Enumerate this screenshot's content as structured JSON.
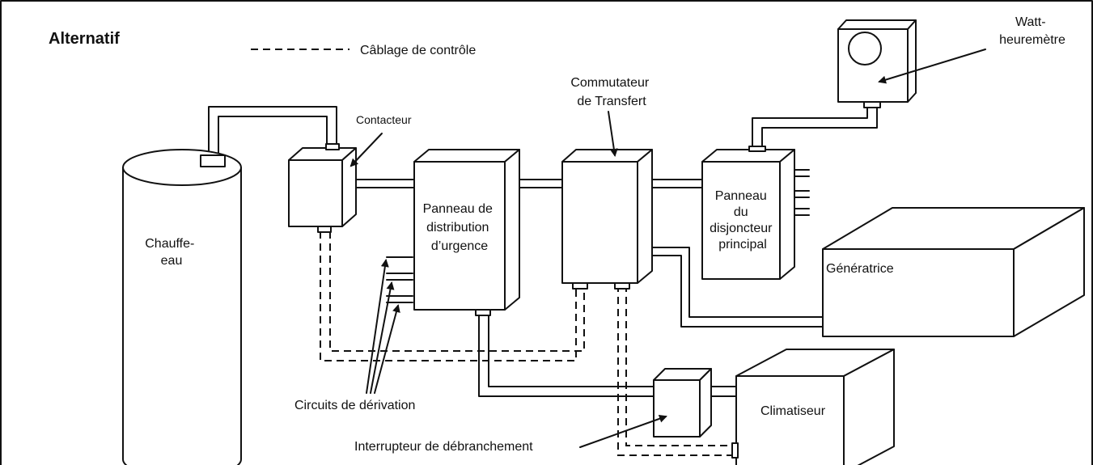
{
  "title": "Alternatif",
  "legend": {
    "control_wiring": "Câblage de contrôle"
  },
  "labels": {
    "water_heater": [
      "Chauffe-",
      "eau"
    ],
    "contactor": "Contacteur",
    "emergency_panel": [
      "Panneau de",
      "distribution",
      "d’urgence"
    ],
    "transfer_switch": [
      "Commutateur",
      "de Transfert"
    ],
    "watt_meter": [
      "Watt-",
      "heuremètre"
    ],
    "main_breaker": [
      "Panneau",
      "du",
      "disjoncteur",
      "principal"
    ],
    "generator": "Génératrice",
    "branch_circuits": "Circuits de dérivation",
    "disconnect_switch": "Interrupteur de débranchement",
    "air_conditioner": "Climatiseur"
  }
}
